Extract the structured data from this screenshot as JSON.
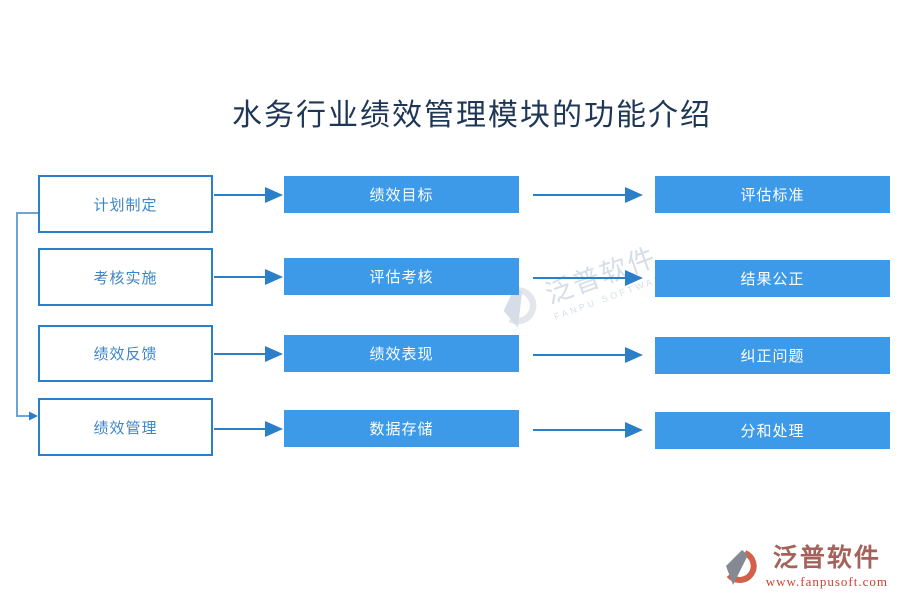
{
  "title": "水务行业绩效管理模块的功能介绍",
  "rows": [
    {
      "left": "计划制定",
      "middle": "绩效目标",
      "right": "评估标准"
    },
    {
      "left": "考核实施",
      "middle": "评估考核",
      "right": "结果公正"
    },
    {
      "left": "绩效反馈",
      "middle": "绩效表现",
      "right": "纠正问题"
    },
    {
      "left": "绩效管理",
      "middle": "数据存储",
      "right": "分和处理"
    }
  ],
  "watermark": {
    "brand": "泛普软件",
    "subtext": "FANPU SOFTWARE"
  },
  "footer": {
    "brand": "泛普软件",
    "url": "www.fanpusoft.com"
  },
  "colors": {
    "node_fill_blue": "#3d9ae8",
    "node_border_blue": "#2b7fc9",
    "arrow_blue": "#2b7fc9",
    "bracket_blue": "#6fa3d8",
    "title_navy": "#1f3756",
    "brand_red": "#a5625a",
    "url_red": "#c94334",
    "watermark_gray_blue": "#b7c3d4"
  }
}
